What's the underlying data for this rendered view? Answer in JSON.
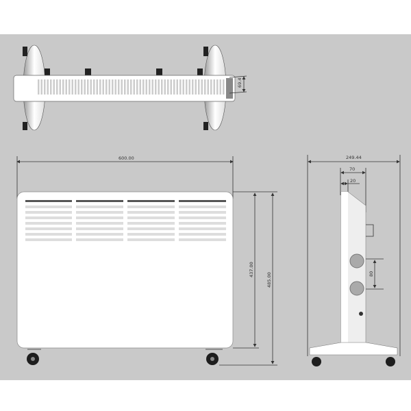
{
  "dimensions": {
    "top_depth": "69.4",
    "width": "600.00",
    "panel_height": "437.00",
    "total_height": "485.00",
    "side_depth": "249.44",
    "side_offset_70": "70",
    "side_offset_20": "20",
    "knob_spacing": "80"
  },
  "colors": {
    "background": "#c9c9c9",
    "body": "#ffffff",
    "feet": "#1e1e1e"
  }
}
